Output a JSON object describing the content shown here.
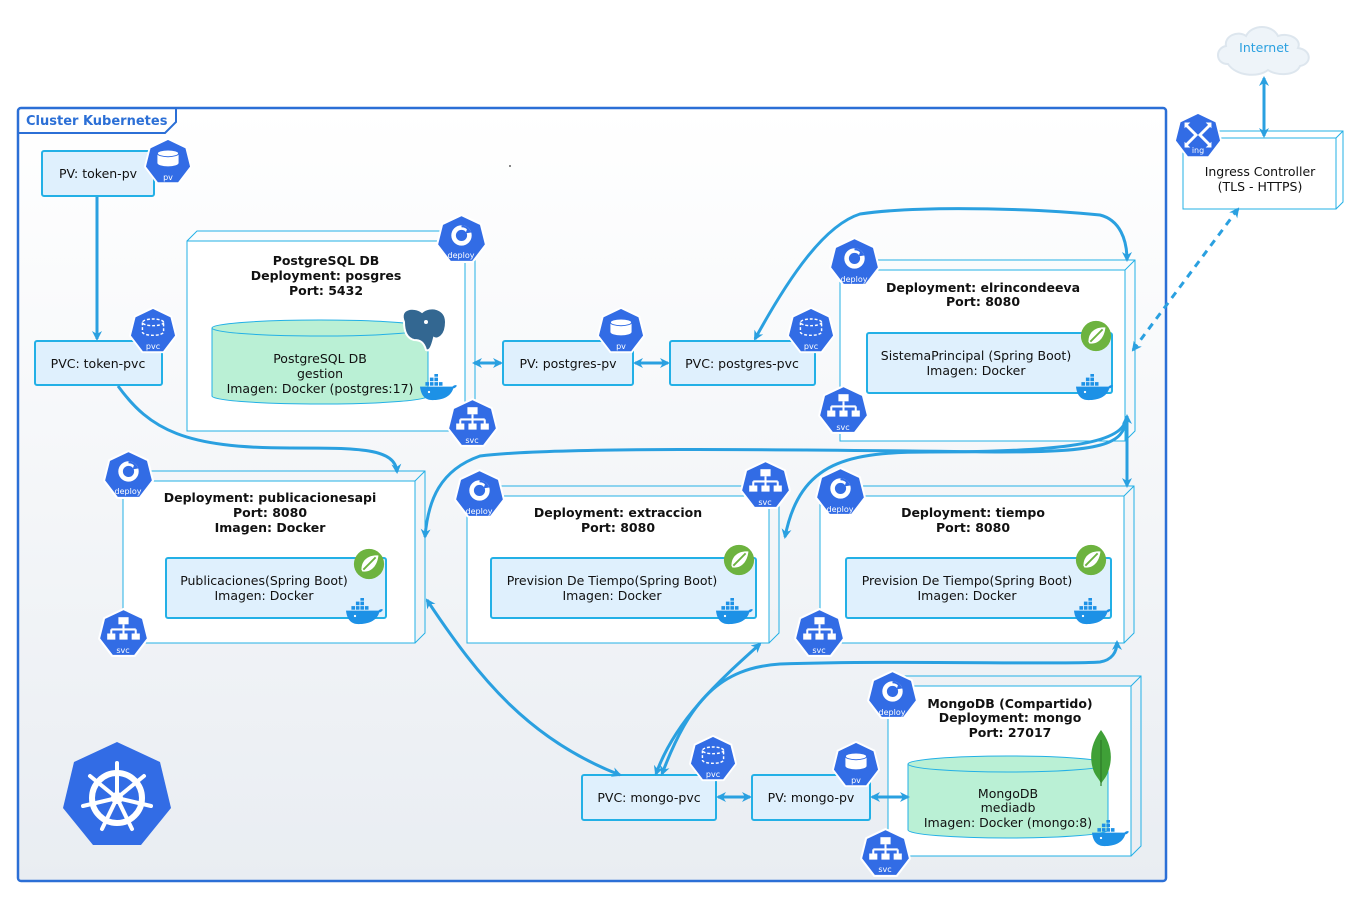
{
  "cluster": {
    "label": "Cluster Kubernetes"
  },
  "external": {
    "internet": "Internet",
    "ingress": {
      "line1": "Ingress Controller",
      "line2": "(TLS - HTTPS)",
      "icon_label": "ing"
    }
  },
  "volumes": {
    "token_pv": "PV: token-pv",
    "token_pvc": "PVC: token-pvc",
    "postgres_pv": "PV: postgres-pv",
    "postgres_pvc": "PVC: postgres-pvc",
    "mongo_pvc": "PVC: mongo-pvc",
    "mongo_pv": "PV: mongo-pv"
  },
  "deployments": {
    "postgres": {
      "line1": "PostgreSQL DB",
      "line2": "Deployment: posgres",
      "line3": "Port: 5432",
      "db": {
        "line1": "PostgreSQL DB",
        "line2": "gestion",
        "line3": "Imagen: Docker (postgres:17)"
      }
    },
    "elrincondeeva": {
      "line1": "Deployment: elrincondeeva",
      "line2": "Port: 8080",
      "app": {
        "line1": "SistemaPrincipal (Spring Boot)",
        "line2": "Imagen: Docker"
      }
    },
    "publicacionesapi": {
      "line1": "Deployment: publicacionesapi",
      "line2": "Port: 8080",
      "line3": "Imagen: Docker",
      "app": {
        "line1": "Publicaciones(Spring Boot)",
        "line2": "Imagen: Docker"
      }
    },
    "extraccion": {
      "line1": "Deployment: extraccion",
      "line2": "Port: 8080",
      "app": {
        "line1": "Prevision De Tiempo(Spring Boot)",
        "line2": "Imagen: Docker"
      }
    },
    "tiempo": {
      "line1": "Deployment: tiempo",
      "line2": "Port: 8080",
      "app": {
        "line1": "Prevision De Tiempo(Spring Boot)",
        "line2": "Imagen: Docker"
      }
    },
    "mongo": {
      "line1": "MongoDB (Compartido)",
      "line2": "Deployment: mongo",
      "line3": "Port: 27017",
      "db": {
        "line1": "MongoDB",
        "line2": "mediadb",
        "line3": "Imagen: Docker (mongo:8)"
      }
    }
  },
  "icon_labels": {
    "pv": "pv",
    "pvc": "pvc",
    "deploy": "deploy",
    "svc": "svc"
  },
  "colors": {
    "cluster_border": "#2b6fd6",
    "node_border": "#23b0e6",
    "node_fill": "#dff0fd",
    "db_fill": "#baf0d5",
    "edge": "#2aa0e0",
    "k8s_icon": "#326ce5",
    "spring": "#6db33f",
    "docker": "#1d91e6",
    "mongo_leaf": "#3fa037",
    "postgres": "#336791"
  }
}
